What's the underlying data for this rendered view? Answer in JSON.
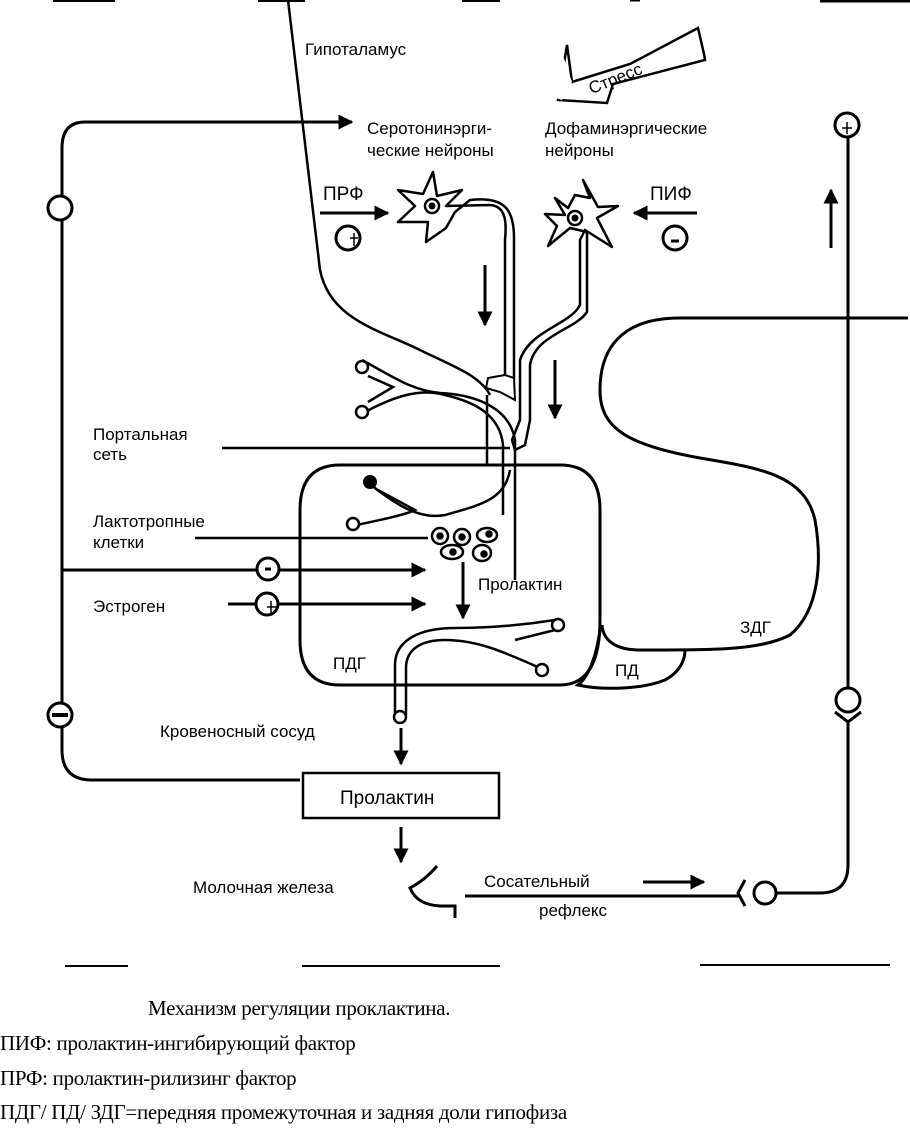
{
  "diagram": {
    "title": "Механизм регуляции проклактина.",
    "labels": {
      "hypothalamus": "Гипоталамус",
      "stress": "Стресс",
      "serotonin_line1": "Серотонинэрги-",
      "serotonin_line2": "ческие нейроны",
      "dopamine_line1": "Дофаминэргические",
      "dopamine_line2": "нейроны",
      "prf": "ПРФ",
      "pif": "ПИФ",
      "portal_line1": "Портальная",
      "portal_line2": "сеть",
      "lacto_line1": "Лактотропные",
      "lacto_line2": "клетки",
      "estrogen": "Эстроген",
      "prolactin_inner": "Пролактин",
      "pdg": "ПДГ",
      "pd": "ПД",
      "zdg": "ЗДГ",
      "blood_vessel": "Кровеносный сосуд",
      "prolactin_box": "Пролактин",
      "mammary": "Молочная железа",
      "suckling_line1": "Сосательный",
      "suckling_line2": "рефлекс"
    },
    "signs": {
      "prf_effect": "+",
      "pif_effect": "−",
      "feedback_top_left": "",
      "feedback_bottom_left": "−",
      "right_loop_top": "+",
      "lacto_upper_input": "−",
      "estrogen_effect": "+"
    },
    "legend": {
      "line1": "ПИФ: пролактин-ингибирующий фактор",
      "line2": "ПРФ: пролактин-рилизинг фактор",
      "line3": "ПДГ/ ПД/ ЗДГ=передняя промежуточная и задняя доли гипофиза"
    }
  }
}
